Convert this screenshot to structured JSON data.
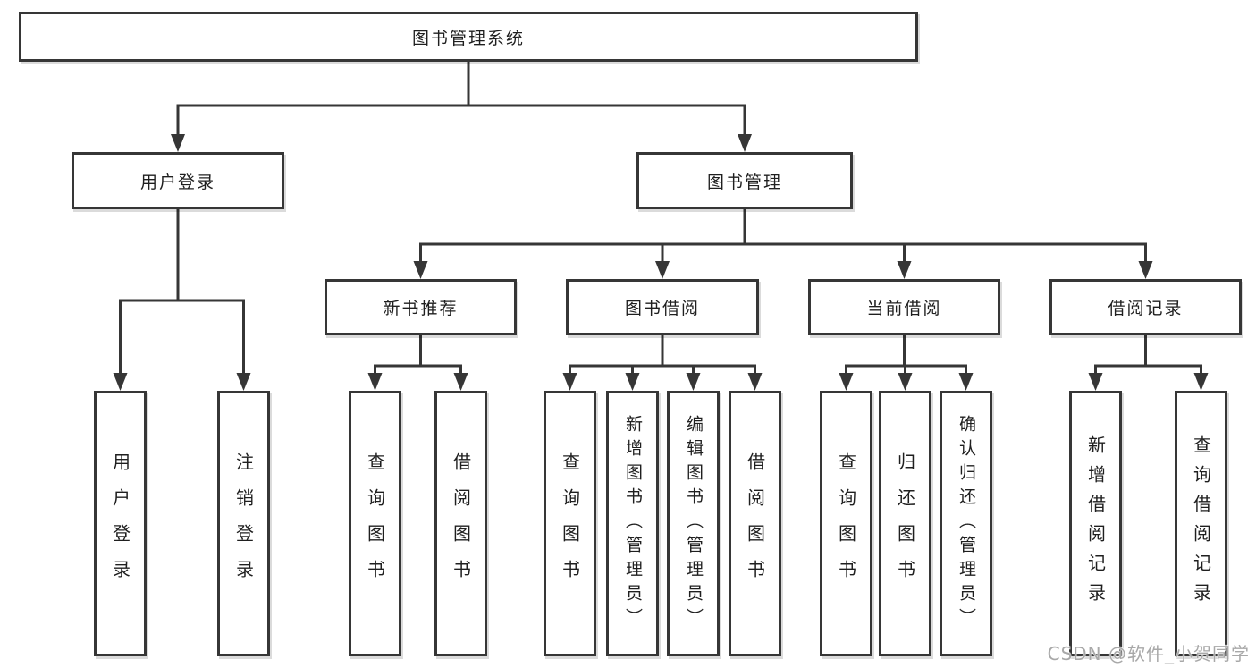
{
  "tree": {
    "root": {
      "label": "图书管理系统"
    },
    "user_login": {
      "label": "用户登录",
      "children": [
        {
          "label": "用户登录"
        },
        {
          "label": "注销登录"
        }
      ]
    },
    "book_management": {
      "label": "图书管理",
      "groups": [
        {
          "label": "新书推荐",
          "children": [
            {
              "label": "查询图书"
            },
            {
              "label": "借阅图书"
            }
          ]
        },
        {
          "label": "图书借阅",
          "children": [
            {
              "label": "查询图书"
            },
            {
              "label": "新增图书（管理员）"
            },
            {
              "label": "编辑图书（管理员）"
            },
            {
              "label": "借阅图书"
            }
          ]
        },
        {
          "label": "当前借阅",
          "children": [
            {
              "label": "查询图书"
            },
            {
              "label": "归还图书"
            },
            {
              "label": "确认归还（管理员）"
            }
          ]
        },
        {
          "label": "借阅记录",
          "children": [
            {
              "label": "新增借阅记录"
            },
            {
              "label": "查询借阅记录"
            }
          ]
        }
      ]
    }
  },
  "watermark": "CSDN @软件_小贺同学",
  "colors": {
    "background": "#ffffff",
    "line": "#363636",
    "box_border": "#363636",
    "text": "#1f1f1f",
    "watermark": "#a8a8a8"
  }
}
